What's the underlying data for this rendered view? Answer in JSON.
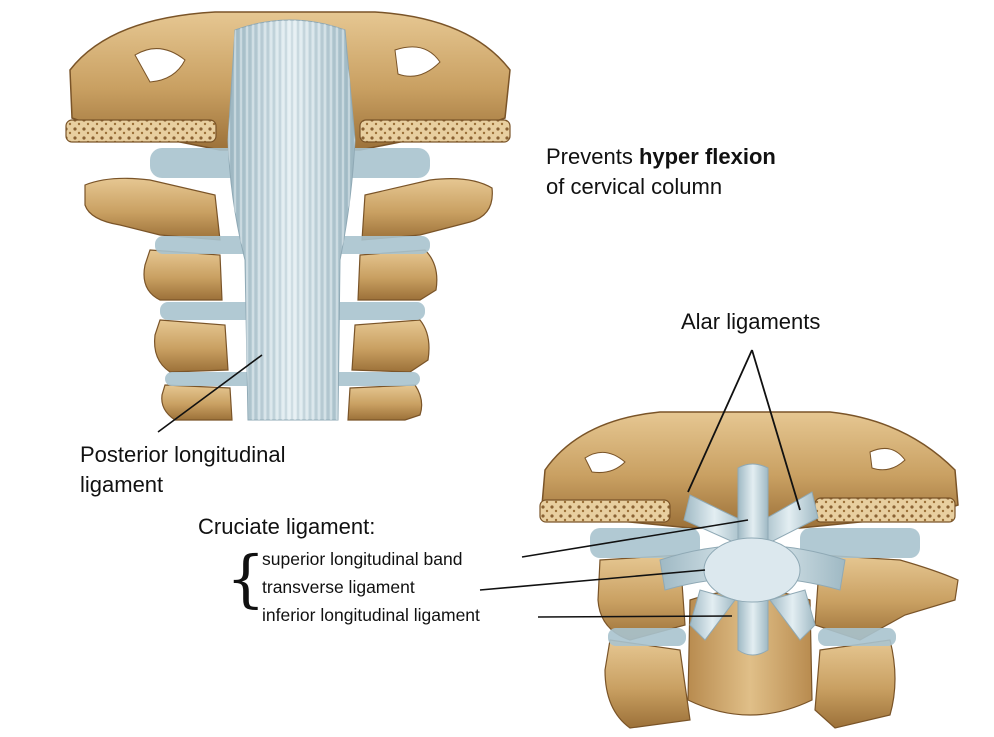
{
  "labels": {
    "note_prefix": "Prevents ",
    "note_bold": "hyper flexion",
    "note_suffix": " of cervical column",
    "alar": "Alar ligaments",
    "posterior_line1": "Posterior longitudinal",
    "posterior_line2": "ligament",
    "cruciate_title": "Cruciate ligament:",
    "cruciate_items": [
      "superior longitudinal band",
      "transverse ligament",
      "inferior longitudinal ligament"
    ],
    "brace": "{"
  },
  "colors": {
    "bone": "#C9A062",
    "bone_light": "#E2C38E",
    "bone_dark": "#8A6233",
    "ligament": "#B9CFD8",
    "ligament_light": "#DCE8EE",
    "disc": "#A9C3CE"
  }
}
